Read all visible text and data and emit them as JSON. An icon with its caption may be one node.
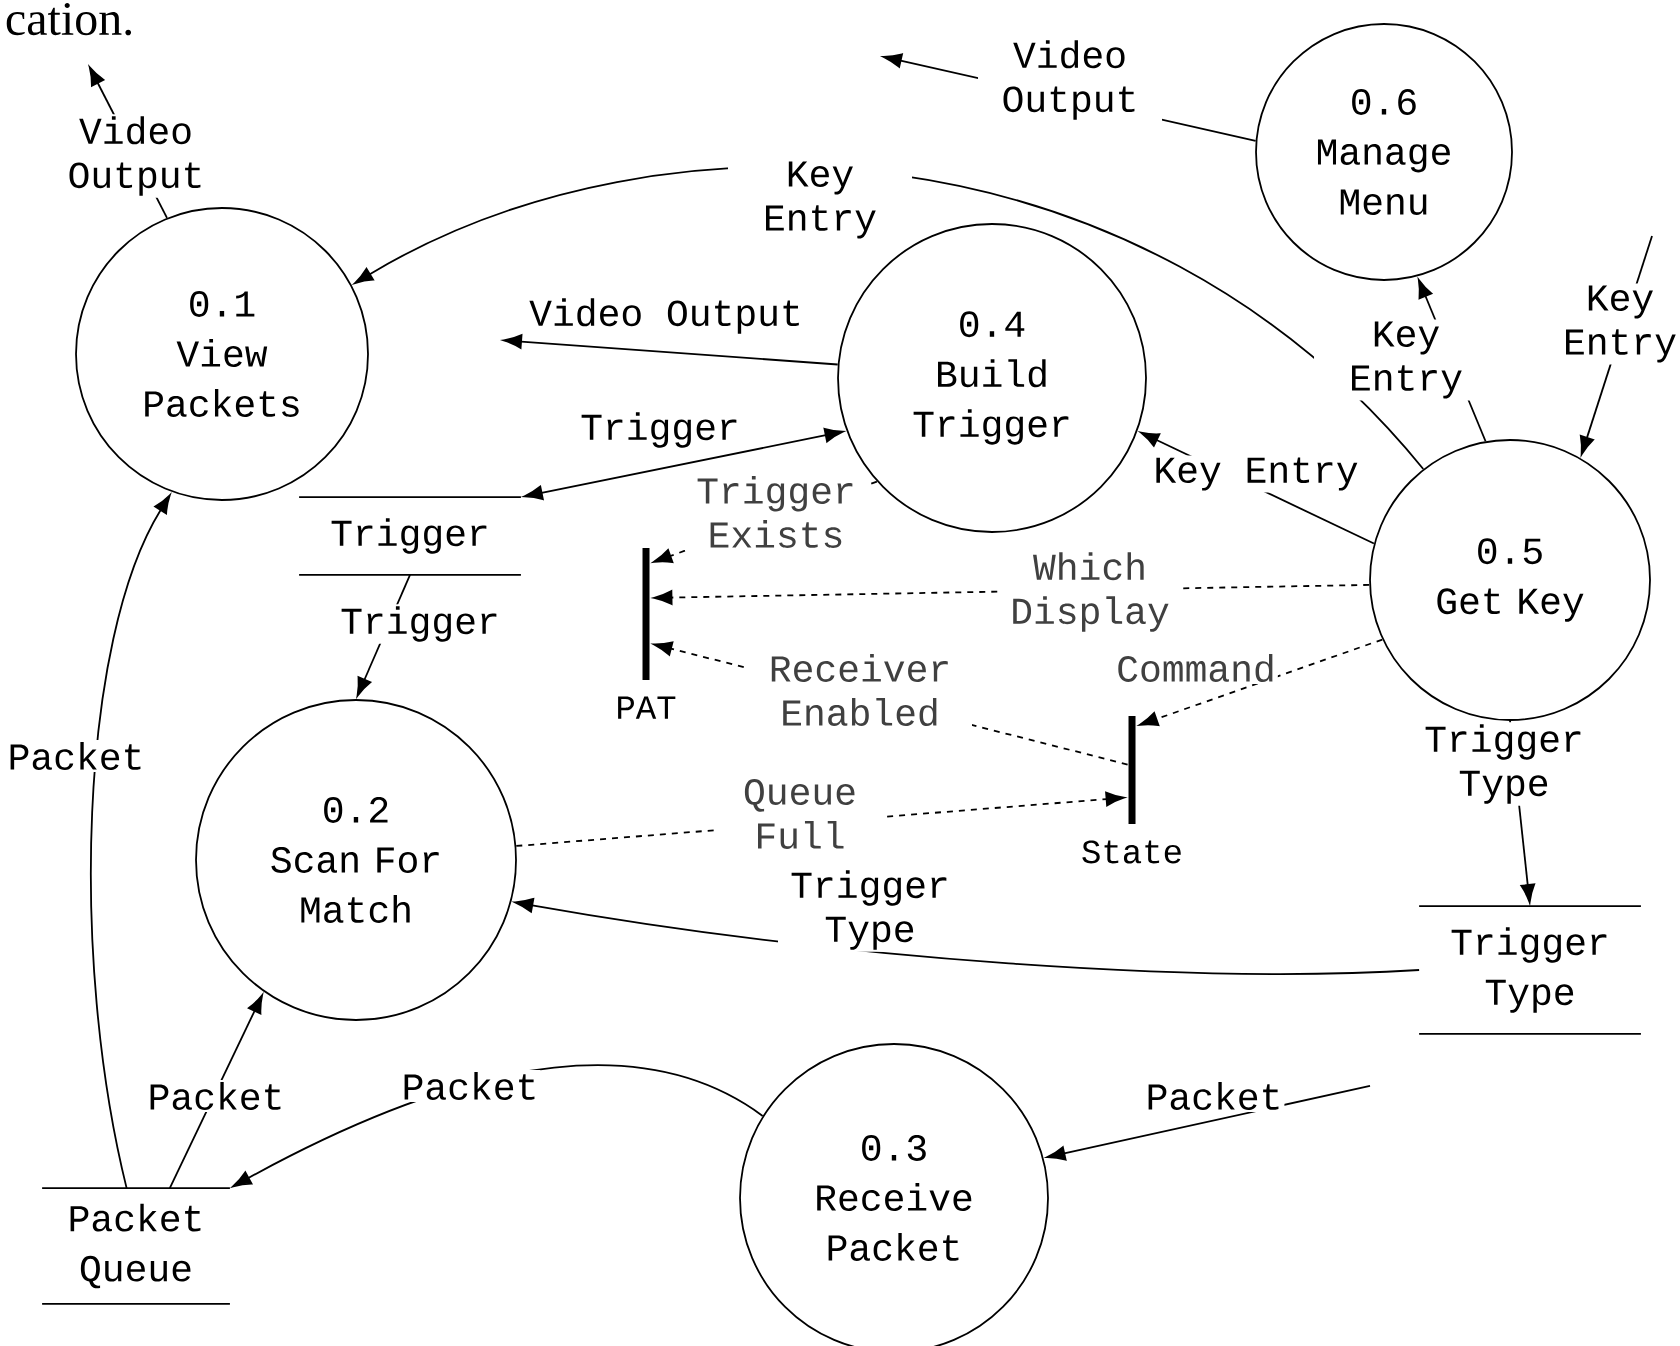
{
  "diagram": {
    "nodes": [
      {
        "text": [
          "0.1",
          "View Packets"
        ]
      },
      {
        "text": [
          "0.4",
          "Build Trigger"
        ]
      },
      {
        "text": [
          "0.6",
          "Manage Menu"
        ]
      },
      {
        "text": [
          "0.5",
          "Get Key"
        ]
      },
      {
        "text": [
          "Trigger"
        ]
      },
      {
        "text": [
          "PAT"
        ]
      },
      {
        "text": [
          "0.2",
          "Scan For Match"
        ]
      },
      {
        "text": [
          "State"
        ]
      },
      {
        "text": [
          "Trigger Type"
        ]
      },
      {
        "text": [
          "Packet Queue"
        ]
      },
      {
        "text": [
          "0.3",
          "Receive Packet"
        ]
      }
    ],
    "edges": [
      {
        "from": 0,
        "to": null,
        "arrow": "to",
        "label": "Video Output"
      },
      {
        "from": 2,
        "to": null,
        "arrow": "to",
        "label": "Video Output"
      },
      {
        "from": 1,
        "to": null,
        "arrow": "to",
        "label": "Video Output"
      },
      {
        "from": 3,
        "to": 0,
        "arrow": "to",
        "label": "Key Entry"
      },
      {
        "from": 3,
        "to": 2,
        "arrow": "to",
        "label": "Key Entry"
      },
      {
        "from": null,
        "to": 3,
        "arrow": "to",
        "label": "Key Entry"
      },
      {
        "from": 3,
        "to": 1,
        "arrow": "to",
        "label": "Key Entry"
      },
      {
        "from": 4,
        "to": 1,
        "arrow": "both",
        "label": "Trigger"
      },
      {
        "from": 4,
        "to": 6,
        "arrow": "to",
        "label": "Trigger"
      },
      {
        "from": 1,
        "to": 5,
        "arrow": "to",
        "label": "Trigger Exists",
        "style": "dashed"
      },
      {
        "from": 3,
        "to": 5,
        "arrow": "to",
        "label": "Which Display",
        "style": "dashed"
      },
      {
        "from": 7,
        "to": 5,
        "arrow": "to",
        "label": "Receiver Enabled",
        "style": "dashed"
      },
      {
        "from": 3,
        "to": 7,
        "arrow": "to",
        "label": "Command",
        "style": "dashed"
      },
      {
        "from": 6,
        "to": 7,
        "arrow": "to",
        "label": "Queue Full",
        "style": "dashed"
      },
      {
        "from": 3,
        "to": 8,
        "arrow": "to",
        "label": "Trigger Type"
      },
      {
        "from": 8,
        "to": 6,
        "arrow": "to",
        "label": "Trigger Type"
      },
      {
        "from": 9,
        "to": 0,
        "arrow": "to",
        "label": "Packet"
      },
      {
        "from": 9,
        "to": 6,
        "arrow": "to",
        "label": "Packet"
      },
      {
        "from": 10,
        "to": 9,
        "arrow": "to",
        "label": "Packet"
      },
      {
        "from": null,
        "to": 10,
        "arrow": "to",
        "label": "Packet"
      }
    ],
    "labels": [
      "cation."
    ]
  }
}
